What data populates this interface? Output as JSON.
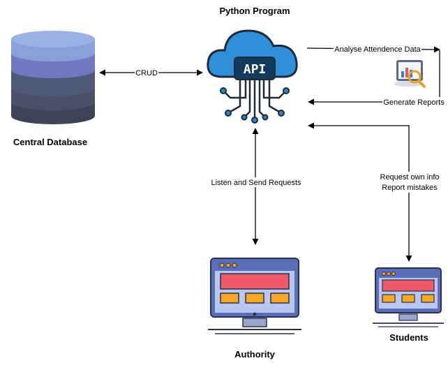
{
  "nodes": {
    "central_database": {
      "label": "Central Database"
    },
    "python_program": {
      "label": "Python Program",
      "badge": "API"
    },
    "authority": {
      "label": "Authority"
    },
    "students": {
      "label": "Students"
    }
  },
  "edges": {
    "crud": {
      "label": "CRUD"
    },
    "analyse": {
      "label": "Analyse Attendence Data"
    },
    "generate": {
      "label": "Generate Reports"
    },
    "listen": {
      "label": "Listen and Send Requests"
    },
    "student_req_line1": {
      "label": "Request own info"
    },
    "student_req_line2": {
      "label": "Report mistakes"
    }
  },
  "colors": {
    "db_top": "#8aa0d8",
    "db_band1": "#6f78c2",
    "db_band2": "#505878",
    "db_band3": "#3e4458",
    "cloud_fill": "#2f8fd8",
    "cloud_outline": "#1e2a3a",
    "api_screen": "#123a5c",
    "circuit": "#2a86c4",
    "monitor_frame": "#5b6fb8",
    "monitor_screen": "#b8c8f0",
    "banner": "#ef5a6a",
    "tile": "#f5a623"
  }
}
